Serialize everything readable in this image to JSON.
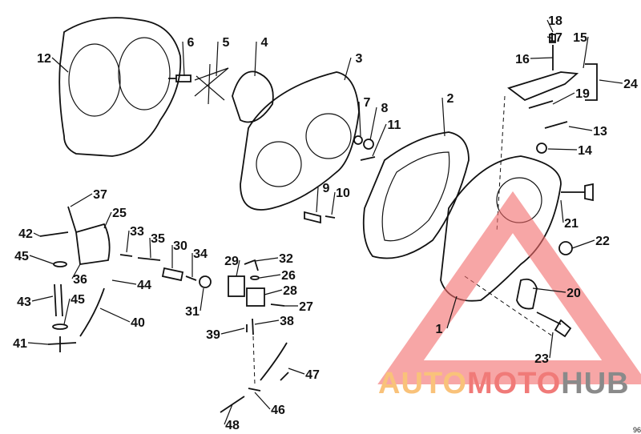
{
  "diagram": {
    "part_labels": [
      "12",
      "6",
      "5",
      "4",
      "3",
      "7",
      "8",
      "11",
      "2",
      "18",
      "17",
      "15",
      "16",
      "24",
      "19",
      "13",
      "14",
      "37",
      "25",
      "9",
      "10",
      "33",
      "35",
      "30",
      "34",
      "42",
      "45",
      "29",
      "32",
      "26",
      "28",
      "36",
      "44",
      "43",
      "45",
      "40",
      "31",
      "27",
      "39",
      "38",
      "41",
      "21",
      "22",
      "20",
      "1",
      "23",
      "47",
      "46",
      "48"
    ],
    "corner_code": "96"
  },
  "watermark": {
    "part1": "AUTO",
    "part2": "MOTO",
    "part3": "HUB",
    "color1": "#f9c27a",
    "color2": "#f07a78",
    "color3": "#8a8a8a",
    "triangle_color": "#f26a6a"
  }
}
